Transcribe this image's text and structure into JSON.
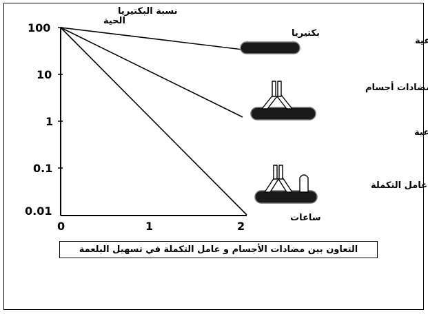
{
  "figure": {
    "y_axis_label": "نسبة البكتيريا الحية",
    "x_axis_label": "ساعات",
    "y_ticks": [
      "100",
      "10",
      "1",
      "0.1",
      "0.01"
    ],
    "x_ticks": [
      "0",
      "1",
      "2"
    ],
    "labels": {
      "bacteria": "بكتيريا",
      "nonspecific": "مناعة غير نوعية",
      "antibodies": "مضادات أجسام",
      "specific": "مناعة نوعية",
      "complement": "عامل التكملة"
    },
    "caption": "التعاون بين مضادات الأجسام و عامل التكملة في تسهيل البلعمة",
    "colors": {
      "ink": "#000000",
      "bacterium": "#1a1a1a",
      "bacterium_edge": "#777777"
    }
  }
}
